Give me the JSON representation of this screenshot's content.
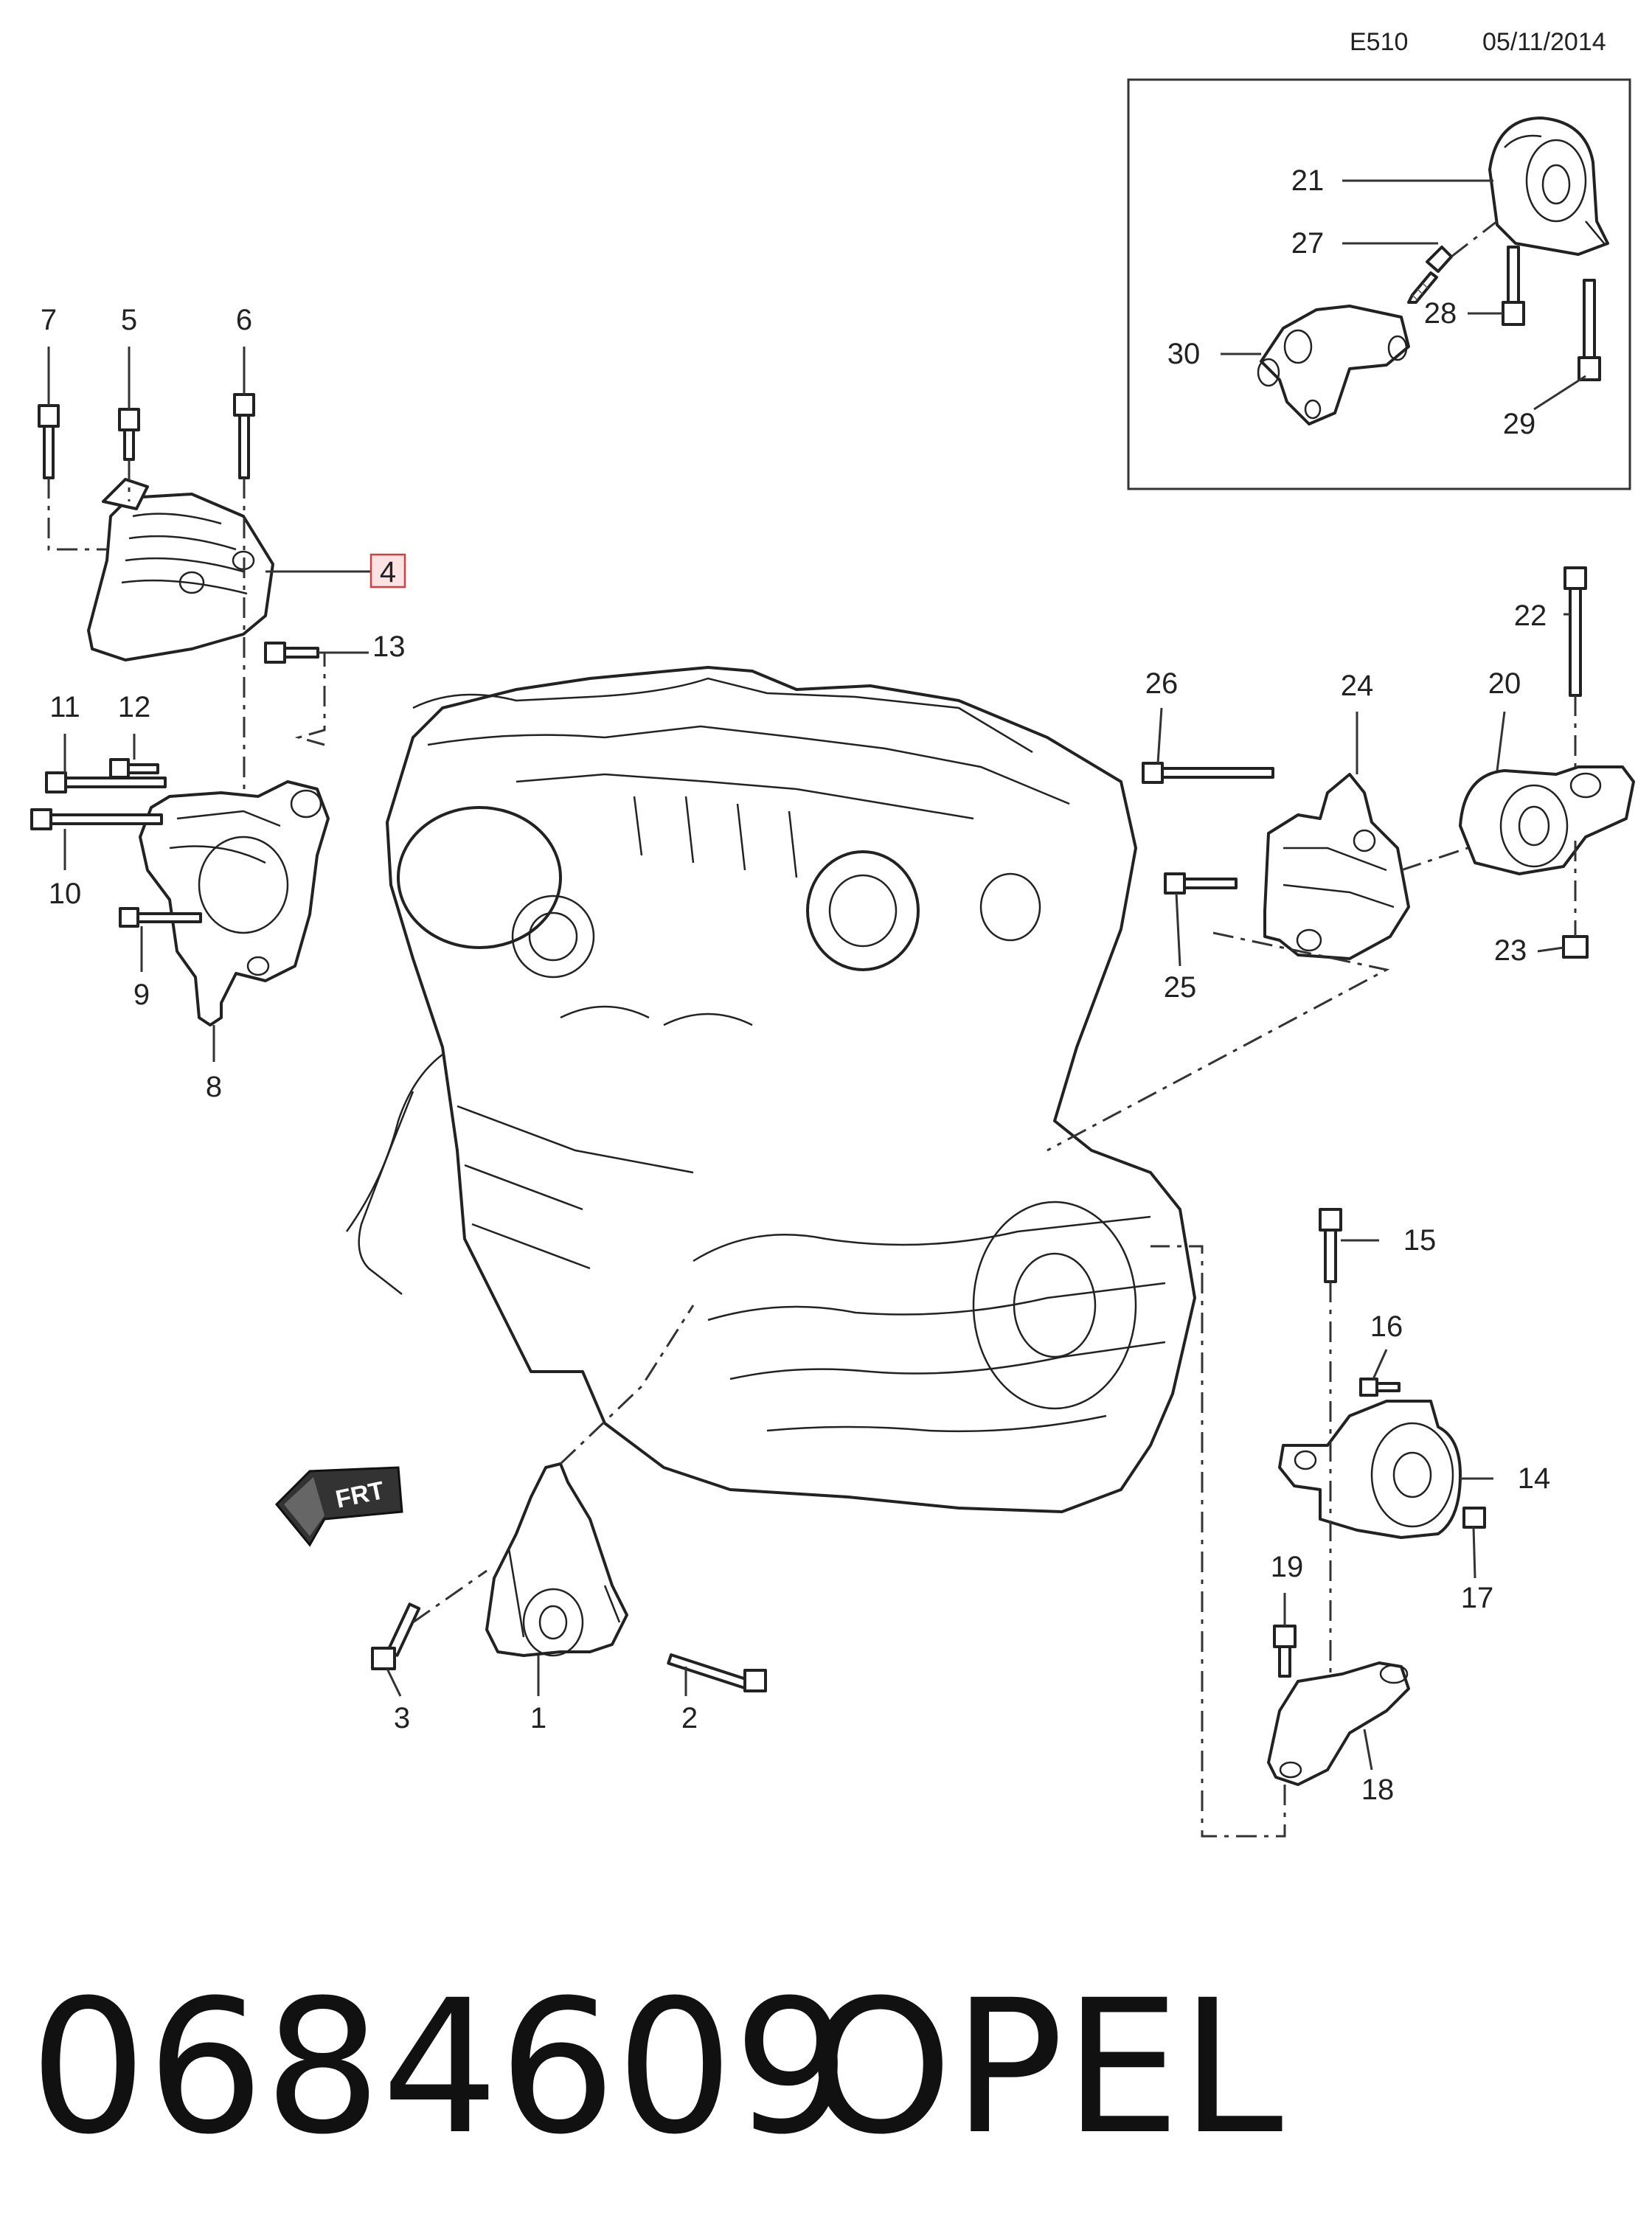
{
  "header": {
    "code": "E510",
    "date": "05/11/2014"
  },
  "callouts": [
    "1",
    "2",
    "3",
    "4",
    "5",
    "6",
    "7",
    "8",
    "9",
    "10",
    "11",
    "12",
    "13",
    "14",
    "15",
    "16",
    "17",
    "18",
    "19",
    "20",
    "21",
    "22",
    "23",
    "24",
    "25",
    "26",
    "27",
    "28",
    "29",
    "30"
  ],
  "highlighted_callout": "4",
  "direction_arrow": {
    "label": "FRT",
    "icon": "front-direction-arrow-icon"
  },
  "footer": {
    "part_number": "0684609",
    "brand": "OPEL"
  },
  "colors": {
    "highlight_border": "#d04040",
    "highlight_fill": "#fbe3e3",
    "line": "#222222"
  }
}
